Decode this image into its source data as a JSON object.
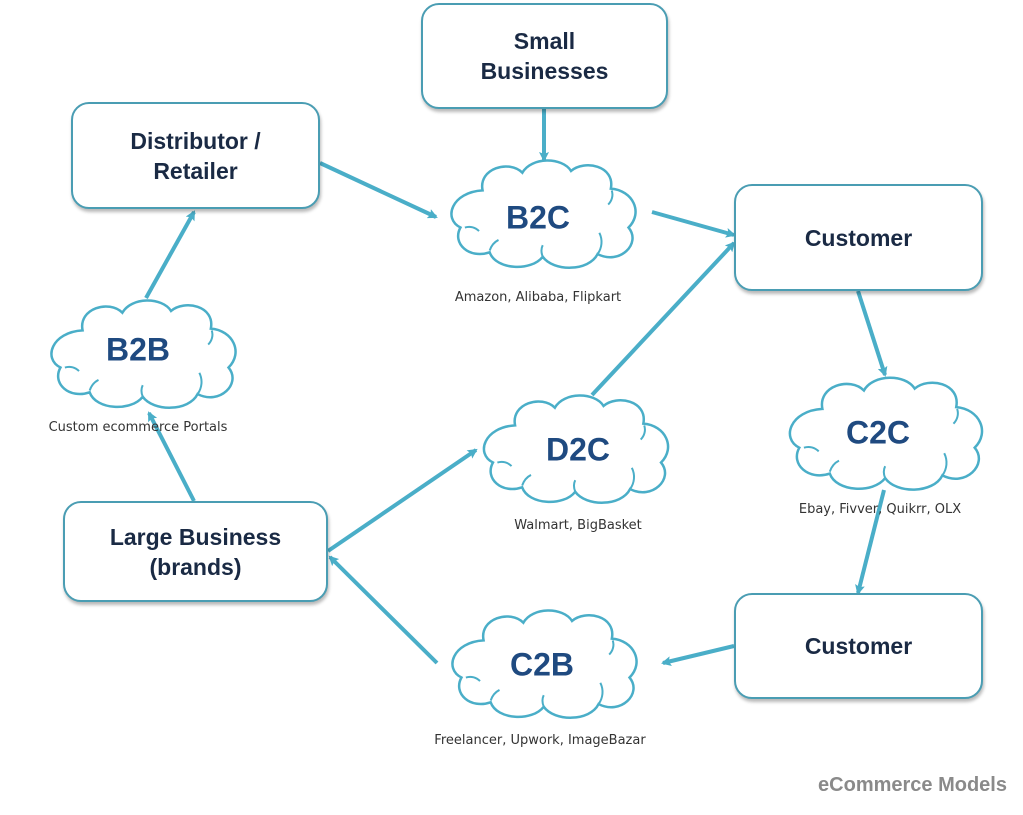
{
  "colors": {
    "accent": "#4aaec8",
    "box_border": "#4a9db3",
    "box_text": "#1a2a44",
    "cloud_text": "#1f4a80",
    "caption_text": "#333333",
    "footer_text": "#8a8a8a"
  },
  "nodes": {
    "small_businesses": {
      "label": "Small\nBusinesses"
    },
    "distributor": {
      "label": "Distributor /\nRetailer"
    },
    "customer_top": {
      "label": "Customer"
    },
    "large_business": {
      "label": "Large Business\n(brands)"
    },
    "customer_bottom": {
      "label": "Customer"
    }
  },
  "clouds": {
    "b2c": {
      "label": "B2C",
      "caption": "Amazon, Alibaba, Flipkart"
    },
    "b2b": {
      "label": "B2B",
      "caption": "Custom ecommerce Portals"
    },
    "d2c": {
      "label": "D2C",
      "caption": "Walmart, BigBasket"
    },
    "c2c": {
      "label": "C2C",
      "caption": "Ebay, Fivver, Quikrr, OLX"
    },
    "c2b": {
      "label": "C2B",
      "caption": "Freelancer, Upwork, ImageBazar"
    }
  },
  "edges": [
    {
      "from": "small_businesses",
      "to": "b2c"
    },
    {
      "from": "distributor",
      "to": "b2c"
    },
    {
      "from": "b2c",
      "to": "customer_top"
    },
    {
      "from": "d2c",
      "to": "customer_top"
    },
    {
      "from": "b2b",
      "to": "distributor"
    },
    {
      "from": "large_business",
      "to": "b2b"
    },
    {
      "from": "large_business",
      "to": "d2c"
    },
    {
      "from": "customer_top",
      "to": "c2c"
    },
    {
      "from": "c2c",
      "to": "customer_bottom"
    },
    {
      "from": "customer_bottom",
      "to": "c2b"
    },
    {
      "from": "c2b",
      "to": "large_business"
    }
  ],
  "footer": "eCommerce Models"
}
